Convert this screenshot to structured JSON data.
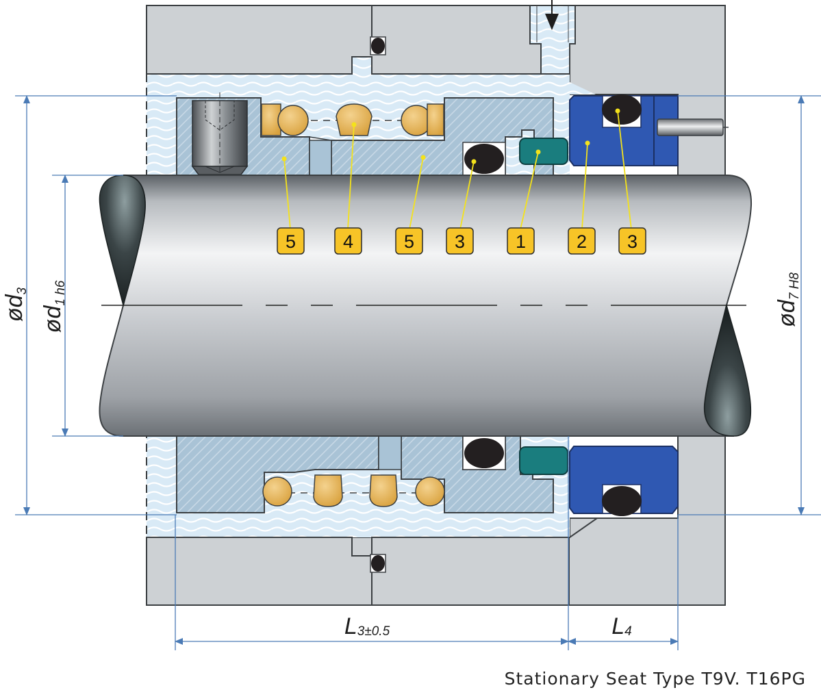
{
  "caption": "Stationary Seat Type T9V. T16PG",
  "callouts": [
    {
      "label": "5",
      "part": "sleeve"
    },
    {
      "label": "4",
      "part": "spring"
    },
    {
      "label": "5",
      "part": "sleeve"
    },
    {
      "label": "3",
      "part": "o-ring"
    },
    {
      "label": "1",
      "part": "seal-face"
    },
    {
      "label": "2",
      "part": "stationary-seat"
    },
    {
      "label": "3",
      "part": "o-ring"
    }
  ],
  "dimensions": {
    "d3": {
      "prefix": "ød",
      "sub": "3"
    },
    "d1": {
      "prefix": "ød",
      "sub": "1 h6"
    },
    "d7": {
      "prefix": "ød",
      "sub": "7 H8"
    },
    "l3": {
      "prefix": "L",
      "sub": "3±0.5"
    },
    "l4": {
      "prefix": "L",
      "sub": "4"
    }
  },
  "colors": {
    "housing": "#cdd1d4",
    "fluid": "#d9eaf6",
    "sleeve": "#a9c3d6",
    "spring": "#e6b65c",
    "oring": "#231f20",
    "seal_face": "#1a7d7e",
    "seat": "#2f58b2",
    "callout_fill": "#f7c427",
    "leader": "#f4e21b",
    "dimension": "#4a7ab5"
  }
}
